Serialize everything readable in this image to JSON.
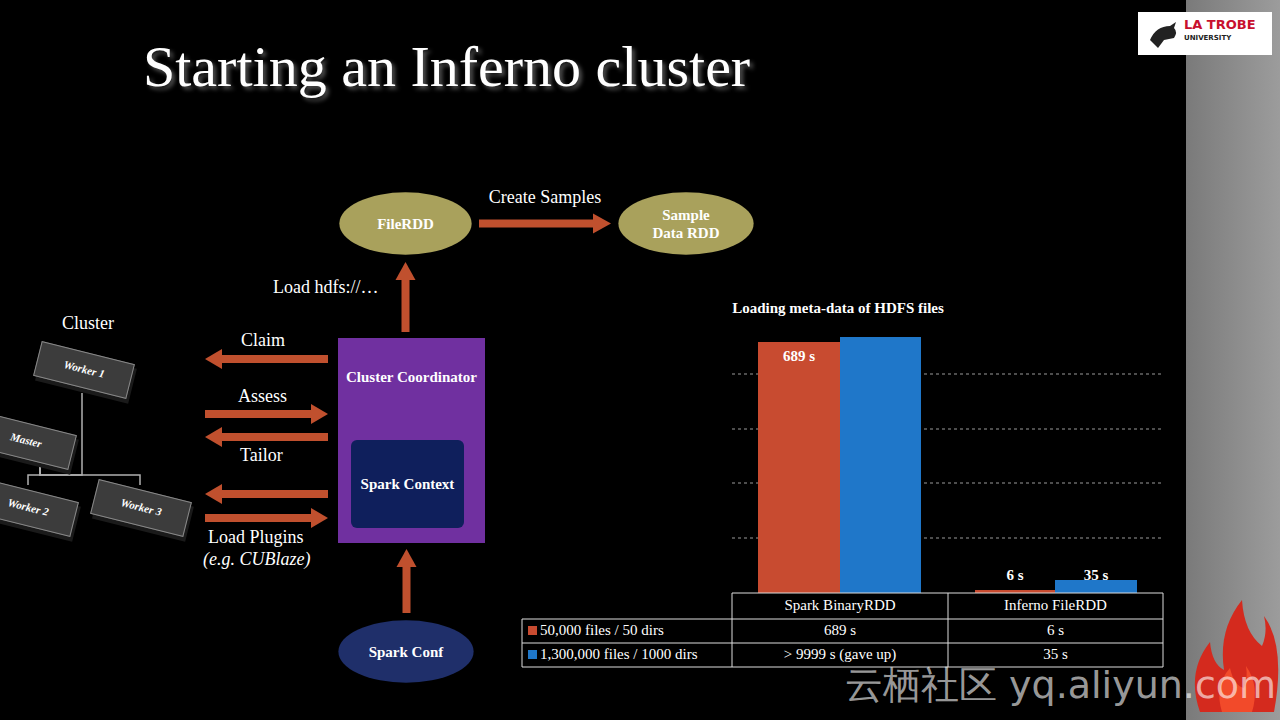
{
  "diagram": {
    "title": "Starting an Inferno cluster",
    "nodes": [
      {
        "text": [
          "FileRDD"
        ]
      },
      {
        "text": [
          "Sample Data RDD"
        ]
      },
      {
        "text": [
          "Cluster Coordinator"
        ]
      },
      {
        "text": [
          "Spark Context"
        ],
        "in": 2
      },
      {
        "text": [
          "Spark Conf"
        ]
      },
      {
        "text": [
          "Worker 1"
        ]
      },
      {
        "text": [
          "Master"
        ]
      },
      {
        "text": [
          "Worker 2"
        ]
      },
      {
        "text": [
          "Worker 3"
        ]
      }
    ],
    "edges": [
      {
        "from": 0,
        "to": 1,
        "label": "Create Samples",
        "arrow": "to"
      },
      {
        "from": 2,
        "to": 0,
        "label": "Load hdfs://…",
        "arrow": "to"
      },
      {
        "from": 4,
        "to": 2,
        "arrow": "to"
      },
      {
        "from": 6,
        "to": 5,
        "arrow": "none"
      },
      {
        "from": 6,
        "to": 7,
        "arrow": "none"
      },
      {
        "from": 6,
        "to": 8,
        "arrow": "none"
      }
    ],
    "labels": [
      "LA TROBE",
      "UNIVERSITY",
      "Cluster",
      "Claim",
      "Assess",
      "Tailor",
      "Load Plugins",
      "(e.g. CUBlaze)",
      "Loading meta-data of HDFS files",
      "689 s",
      "6 s",
      "35 s",
      "Spark BinaryRDD",
      "Inferno FileRDD",
      "689 s",
      "6 s",
      "> 9999 s (gave up)",
      "35 s",
      "云栖社区 yq.aliyun.com"
    ],
    "legend": [
      {
        "text": "50,000 files / 50 dirs",
        "color": "#c84b30"
      },
      {
        "text": "1,300,000 files / 1000 dirs",
        "color": "#1f77c9"
      }
    ]
  }
}
